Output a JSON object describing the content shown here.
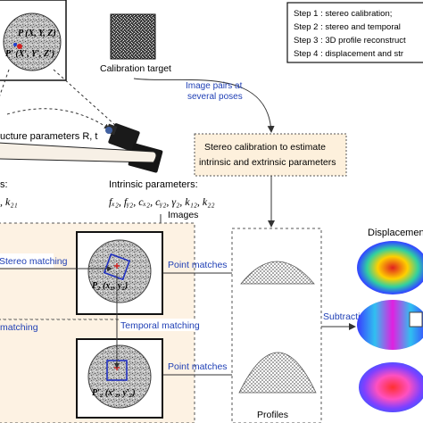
{
  "steps": [
    "Step 1 : stereo calibration;",
    "Step 2 : stereo and temporal",
    "Step 3 : 3D profile reconstruct",
    "Step 4 : displacement and str"
  ],
  "calibration_target_label": "Calibration target",
  "image_pairs_label": [
    "Image pairs at",
    "several poses"
  ],
  "stereo_calibration_box": [
    "Stereo calibration to estimate",
    "intrinsic and extrinsic parameters"
  ],
  "point_P": "P (X, Y, Z)",
  "point_P_prime": "P′ (X′, Y′, Z′)",
  "structure_parameters": "ucture parameters R, t",
  "intrinsic_left": "s:",
  "intrinsic_left_values": ", k₂₁",
  "intrinsic_right_title": "Intrinsic parameters:",
  "intrinsic_right_values": "fₓ₂, fᵧ₂, cₓ₂, cᵧ₂, γ₂, k₁₂, k₂₂",
  "images_label": "Images",
  "stereo_matching": "Stereo matching",
  "temporal_matching_left": "matching",
  "temporal_matching": "Temporal matching",
  "point_matches_1": "Point matches",
  "point_matches_2": "Point matches",
  "p2_label": "P₂ (x₂, y₂)",
  "p2_prime_label": "P′₂ (x′₂, y′₂)",
  "subtracting": "Subtracting",
  "displacement": "Displacemen",
  "profiles": "Profiles",
  "colors": {
    "blue_text": "#1f3fb5",
    "panel_fill": "#fdf2e3",
    "calib_fill": "#fdf0dc",
    "arrow": "#333333"
  }
}
